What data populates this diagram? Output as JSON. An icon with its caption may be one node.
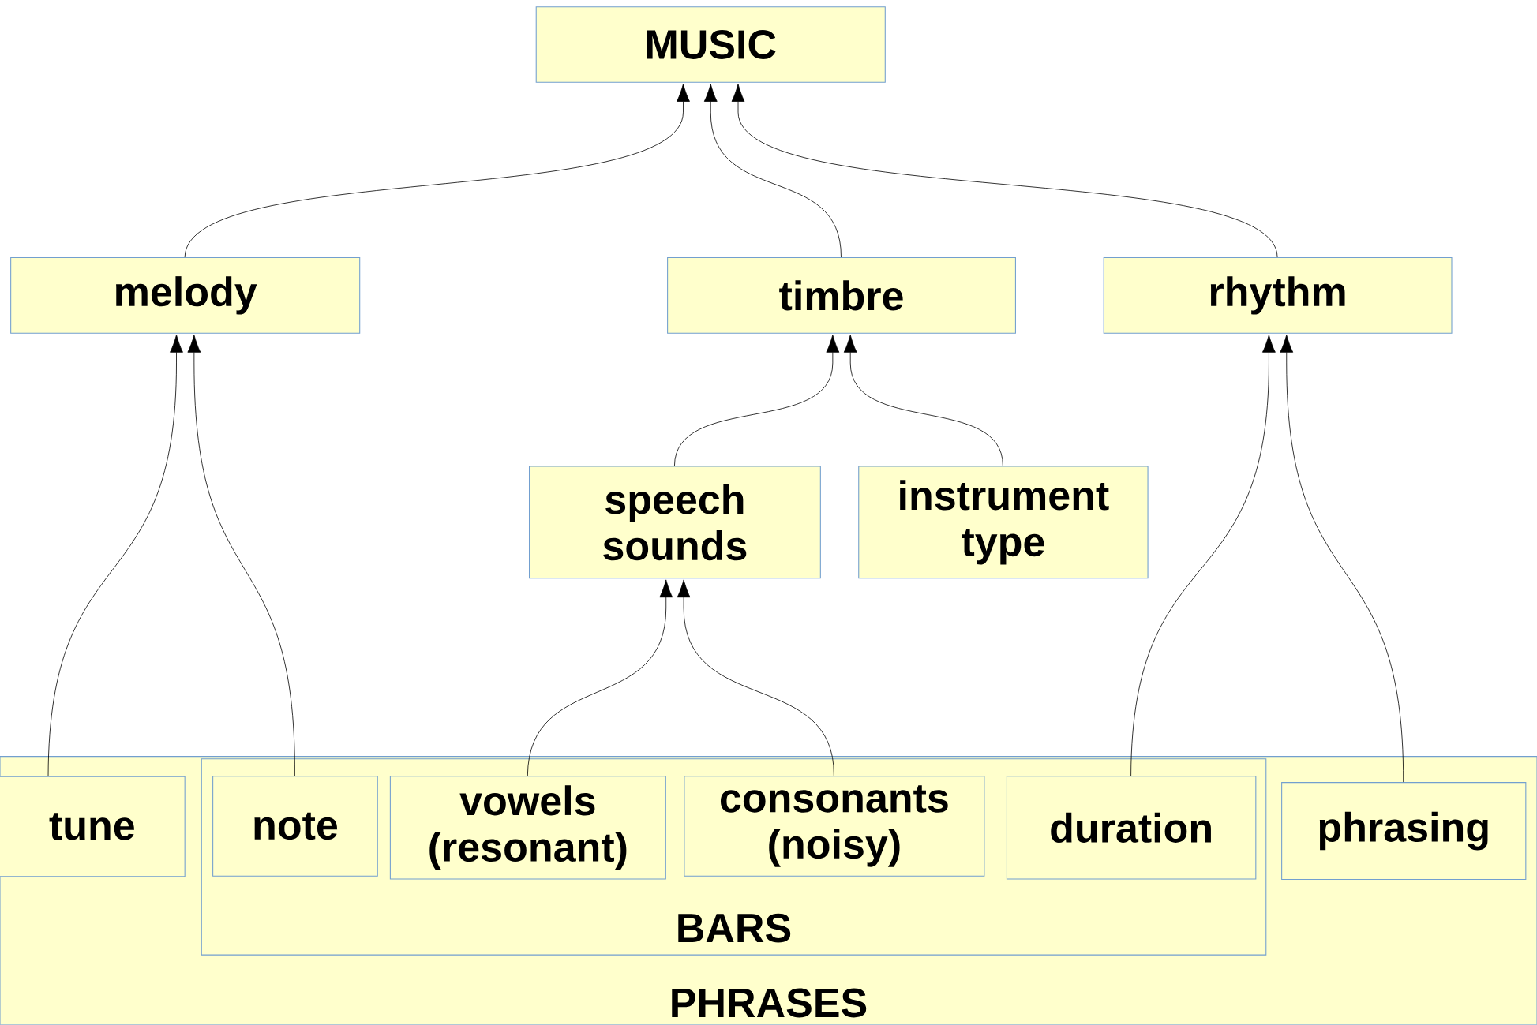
{
  "diagram": {
    "nodes": [
      {
        "text": [
          "MUSIC"
        ]
      },
      {
        "text": [
          "melody"
        ]
      },
      {
        "text": [
          "timbre"
        ]
      },
      {
        "text": [
          "rhythm"
        ]
      },
      {
        "text": [
          "speech sounds"
        ]
      },
      {
        "text": [
          "instrument type"
        ]
      },
      {
        "text": [
          "PHRASES"
        ]
      },
      {
        "text": [
          "tune"
        ],
        "in": 6
      },
      {
        "text": [
          "BARS"
        ],
        "in": 6
      },
      {
        "text": [
          "note"
        ],
        "in": 8
      },
      {
        "text": [
          "vowels (resonant)"
        ],
        "in": 8
      },
      {
        "text": [
          "consonants (noisy)"
        ],
        "in": 8
      },
      {
        "text": [
          "duration"
        ],
        "in": 8
      },
      {
        "text": [
          "phrasing"
        ],
        "in": 6
      }
    ],
    "edges": [
      {
        "from": 1,
        "to": 0,
        "arrow": "to"
      },
      {
        "from": 2,
        "to": 0,
        "arrow": "to"
      },
      {
        "from": 3,
        "to": 0,
        "arrow": "to"
      },
      {
        "from": 4,
        "to": 2,
        "arrow": "to"
      },
      {
        "from": 5,
        "to": 2,
        "arrow": "to"
      },
      {
        "from": 7,
        "to": 1,
        "arrow": "to"
      },
      {
        "from": 9,
        "to": 1,
        "arrow": "to"
      },
      {
        "from": 10,
        "to": 4,
        "arrow": "to"
      },
      {
        "from": 11,
        "to": 4,
        "arrow": "to"
      },
      {
        "from": 12,
        "to": 3,
        "arrow": "to"
      },
      {
        "from": 13,
        "to": 3,
        "arrow": "to"
      }
    ]
  }
}
